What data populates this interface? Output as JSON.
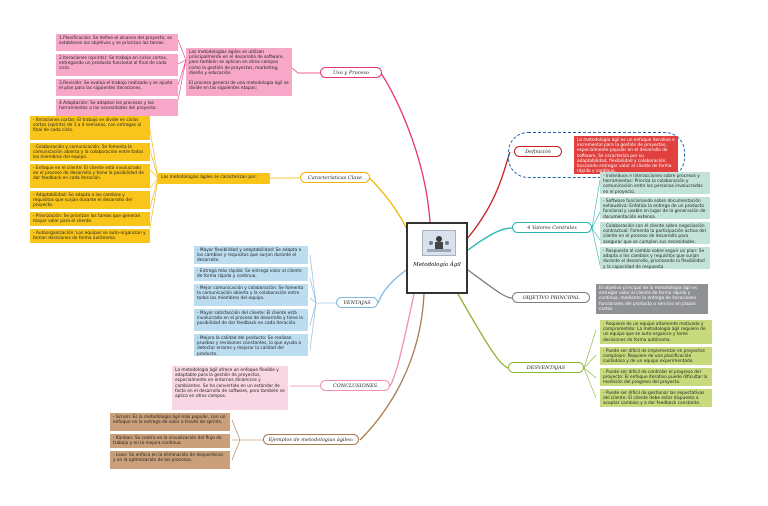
{
  "center": {
    "title": "Metodología Ágil",
    "image_icon": "team-photo-icon"
  },
  "uso_proceso": {
    "label": "Uso y Proceso",
    "summary": "Las metodologías ágiles se utilizan principalmente en el desarrollo de software, pero también se aplican en otros campos como la gestión de proyectos, marketing, diseño y educación.\n\nEl proceso general de una metodología ágil se divide en las siguientes etapas:",
    "steps": [
      "1.Planificación: Se define el alcance del proyecto, se establecen los objetivos y se priorizan las tareas.",
      "2.Iteraciones (sprints): Se trabaja en ciclos cortos, entregando un producto funcional al final de cada ciclo.",
      "3.Revisión: Se evalúa el trabajo realizado y se ajusta el plan para las siguientes iteraciones.",
      "4.Adaptación: Se adaptan los procesos y las herramientas a las necesidades del proyecto."
    ]
  },
  "caracteristicas": {
    "label": "Características Clave",
    "summary": "Las metodologías ágiles se caracterizan por:",
    "items": [
      "- Iteraciones cortas: El trabajo se divide en ciclos cortos (sprints) de 1 a 4 semanas, con entregas al final de cada ciclo.",
      "- Colaboración y comunicación: Se fomenta la comunicación abierta y la colaboración entre todos los miembros del equipo.",
      "- Enfoque en el cliente: El cliente está involucrado en el proceso de desarrollo y tiene la posibilidad de dar feedback en cada iteración.",
      "- Adaptabilidad: Se adapta a los cambios y requisitos que surjan durante el desarrollo del proyecto.",
      "- Priorización: Se priorizan las tareas que generan mayor valor para el cliente.",
      "- Autoorganización: Los equipos se auto-organizan y toman decisiones de forma autónoma."
    ]
  },
  "ventajas": {
    "label": "VENTAJAS",
    "items": [
      "- Mayor flexibilidad y adaptabilidad: Se adapta a los cambios y requisitos que surjan durante el desarrollo.",
      "- Entrega más rápida: Se entrega valor al cliente de forma rápida y continua.",
      "- Mejor comunicación y colaboración: Se fomenta la comunicación abierta y la colaboración entre todos los miembros del equipo.",
      "- Mayor satisfacción del cliente: El cliente está involucrado en el proceso de desarrollo y tiene la posibilidad de dar feedback en cada iteración.",
      "- Mejora la calidad del producto: Se realizan pruebas y revisiones constantes, lo que ayuda a detectar errores y mejorar la calidad del producto."
    ]
  },
  "conclusiones": {
    "label": "CONCLUSIONES",
    "text": "La metodología ágil ofrece un enfoque flexible y adaptable para la gestión de proyectos, especialmente en entornos dinámicos y cambiantes. Se ha convertido en un estándar de facto en el desarrollo de software, pero también se aplica en otros campos."
  },
  "ejemplos": {
    "label": "Ejemplos de metodologías ágiles:",
    "items": [
      "- Scrum: Es la metodología ágil más popular, con un enfoque en la entrega de valor a través de sprints.",
      "- Kanban: Se centra en la visualización del flujo de trabajo y en la mejora continua.",
      "- Lean: Se enfoca en la eliminación de desperdicios y en la optimización de los procesos."
    ]
  },
  "definicion": {
    "label": "Definición",
    "text": "La metodología ágil es un enfoque iterativo e incremental para la gestión de proyectos, especialmente popular en el desarrollo de software. Se caracteriza por su adaptabilidad, flexibilidad y colaboración, buscando entregar valor al cliente de forma rápida y continua."
  },
  "valores": {
    "label": "4 Valores Centrales",
    "items": [
      "- Individuos e interacciones sobre procesos y herramientas: Prioriza la colaboración y comunicación entre los personas involucradas en el proyecto.",
      "- Software funcionando sobre documentación exhaustiva: Enfatiza la entrega de un producto funcional y usable en lugar de la generación de documentación extensa.",
      "- Colaboración con el cliente sobre negociación contractual: Fomenta la participación activa del cliente en el proceso de desarrollo para asegurar que se cumplan sus necesidades.",
      "- Respuesta al cambio sobre seguir un plan: Se adapta a los cambios y requisitos que surjan durante el desarrollo, priorizando la flexibilidad y la capacidad de respuesta."
    ]
  },
  "objetivo": {
    "label": "OBJETIVO PRINCIPAL",
    "text": "El objetivo principal de la metodología ágil es entregar valor al cliente de forma rápida y continua, mediante la entrega de iteraciones funcionales del producto o servicio en plazos cortos."
  },
  "desventajas": {
    "label": "DESVENTAJAS",
    "items": [
      "- Requiere de un equipo altamente motivado y comprometido: La metodología ágil requiere de un equipo que se auto-organice y tome decisiones de forma autónoma.",
      "- Puede ser difícil de implementar en proyectos complejos: Requiere de una planificación cuidadosa y de un equipo experimentado.",
      "- Puede ser difícil de controlar el progreso del proyecto: El enfoque iterativo puede dificultar la medición del progreso del proyecto.",
      "- Puede ser difícil de gestionar las expectativas del cliente: El cliente debe estar dispuesto a aceptar cambios y a dar feedback constante."
    ]
  },
  "colors": {
    "pink": "#e8337a",
    "yellow": "#f0b400",
    "blue": "#7fb6dc",
    "green": "#8fb634",
    "brown": "#a97b50",
    "gray": "#7d7f83",
    "red": "#c8201d",
    "teal": "#27b3ac",
    "lightpink": "#f28db4"
  }
}
